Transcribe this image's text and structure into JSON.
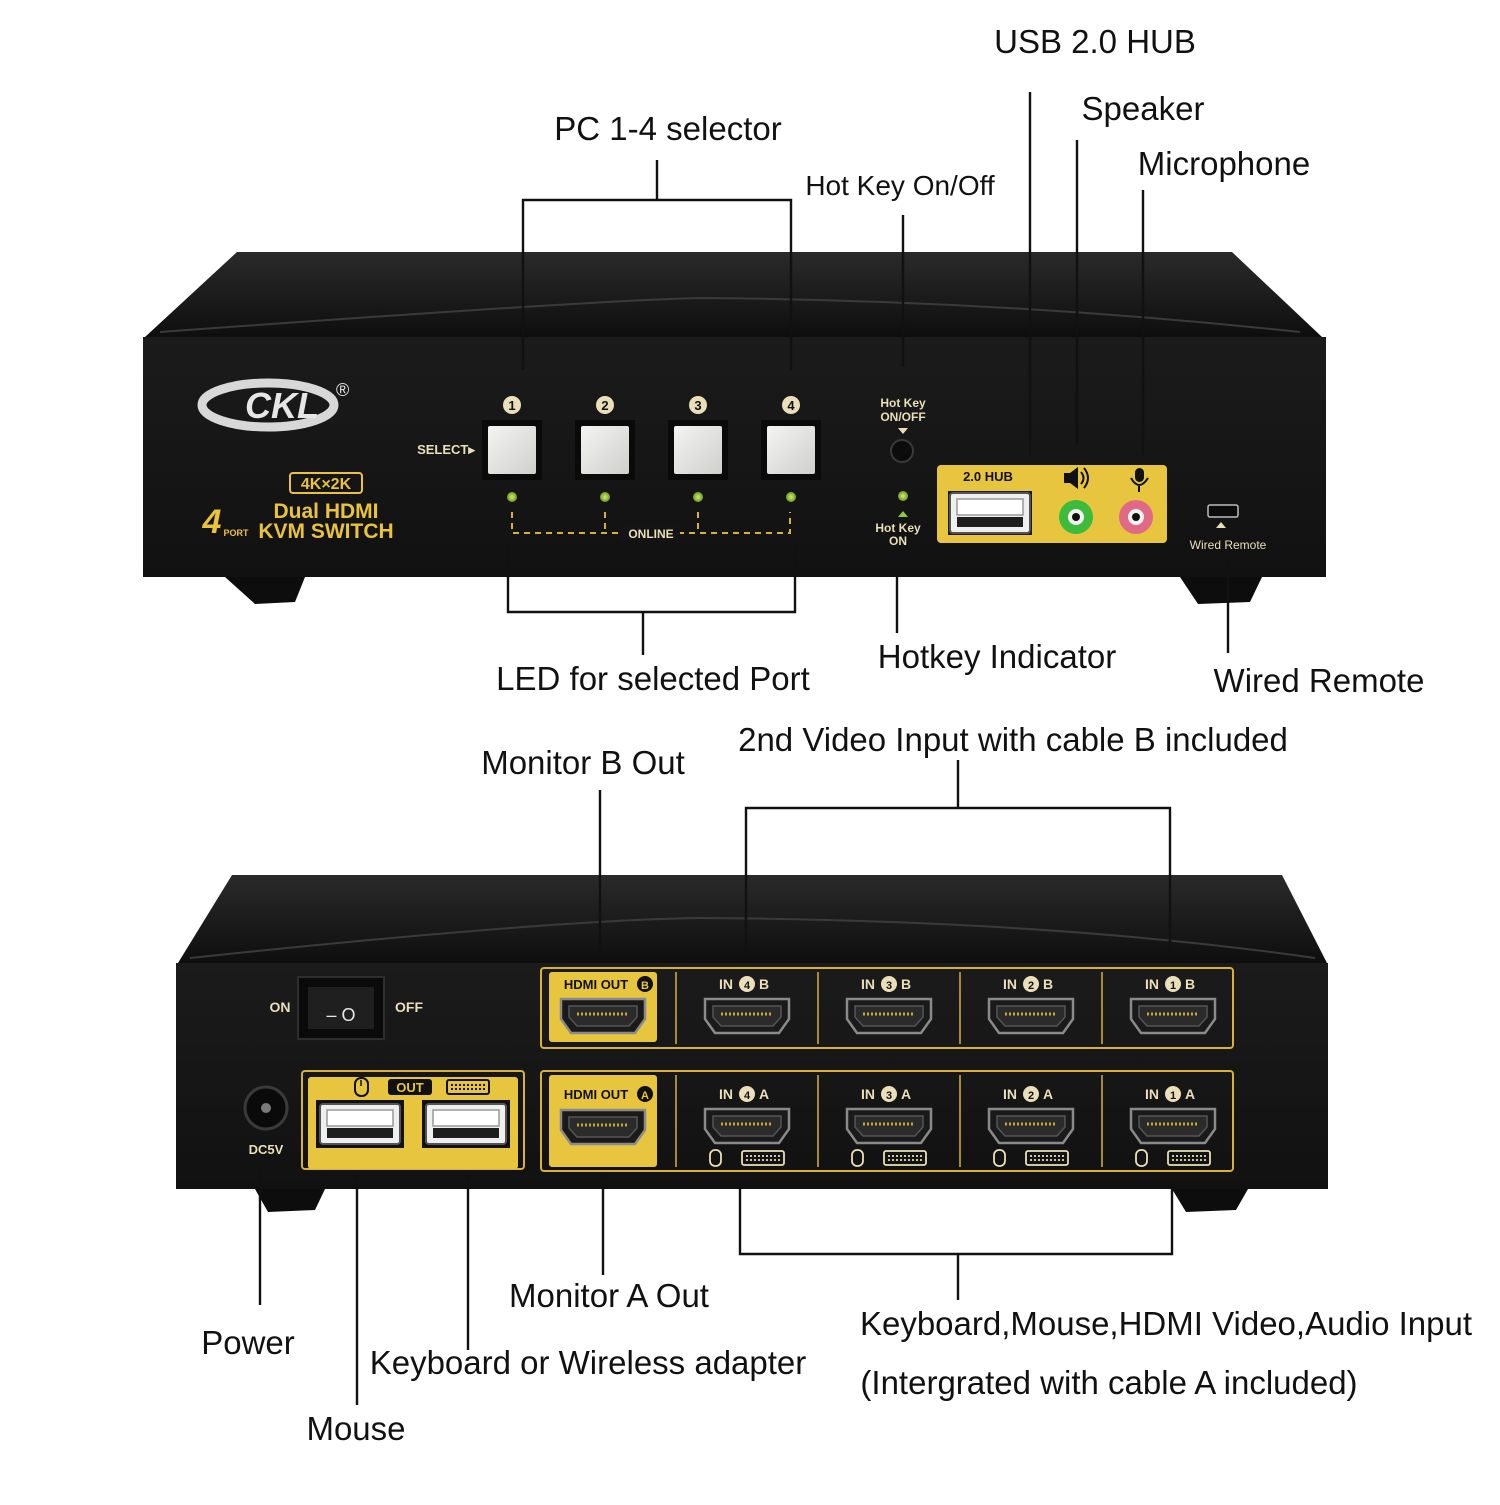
{
  "brand": {
    "logo_text": "CKL",
    "registered_mark": "®"
  },
  "colors": {
    "gold": "#e8c53f",
    "case": "#141414",
    "led": "#8fcb39",
    "speaker_jack": "#3dbb3a",
    "mic_jack": "#e06a86"
  },
  "callouts": {
    "usb_hub": "USB 2.0 HUB",
    "speaker": "Speaker",
    "microphone": "Microphone",
    "pc_selector": "PC 1-4 selector",
    "hotkey_onoff": "Hot Key On/Off",
    "led_selected": "LED for selected Port",
    "hotkey_indicator": "Hotkey Indicator",
    "wired_remote": "Wired Remote",
    "monitor_b_out": "Monitor B Out",
    "video_input_b": "2nd Video Input with cable B included",
    "power": "Power",
    "mouse": "Mouse",
    "keyboard_adapter": "Keyboard or Wireless adapter",
    "monitor_a_out": "Monitor A Out",
    "kmva_input_line1": "Keyboard,Mouse,HDMI Video,Audio Input",
    "kmva_input_line2": "(Intergrated with cable A included)"
  },
  "front_panel": {
    "badge": "4K×2K",
    "model_number": "4",
    "port_word": "PORT",
    "product_line1": "Dual HDMI",
    "product_line2": "KVM SWITCH",
    "select_label": "SELECT▸",
    "port_numbers": [
      "1",
      "2",
      "3",
      "4"
    ],
    "online_label": "ONLINE",
    "hotkey_button_label_line1": "Hot Key",
    "hotkey_button_label_line2": "ON/OFF",
    "hotkey_led_label_line1": "Hot Key",
    "hotkey_led_label_line2": "ON",
    "hub_label": "2.0 HUB",
    "wired_remote_label": "Wired Remote"
  },
  "rear_panel": {
    "switch_on": "ON",
    "switch_off": "OFF",
    "switch_glyph": "– O",
    "dc_label": "DC5V",
    "usb_out_label": "OUT",
    "hdmi_out_b": "HDMI OUT",
    "hdmi_out_b_letter": "B",
    "hdmi_out_a": "HDMI OUT",
    "hdmi_out_a_letter": "A",
    "inputs_b": [
      {
        "prefix": "IN",
        "num": "4",
        "suffix": "B"
      },
      {
        "prefix": "IN",
        "num": "3",
        "suffix": "B"
      },
      {
        "prefix": "IN",
        "num": "2",
        "suffix": "B"
      },
      {
        "prefix": "IN",
        "num": "1",
        "suffix": "B"
      }
    ],
    "inputs_a": [
      {
        "prefix": "IN",
        "num": "4",
        "suffix": "A"
      },
      {
        "prefix": "IN",
        "num": "3",
        "suffix": "A"
      },
      {
        "prefix": "IN",
        "num": "2",
        "suffix": "A"
      },
      {
        "prefix": "IN",
        "num": "1",
        "suffix": "A"
      }
    ],
    "icons": [
      "mouse-icon",
      "keyboard-icon",
      "speaker-icon",
      "microphone-icon"
    ]
  }
}
